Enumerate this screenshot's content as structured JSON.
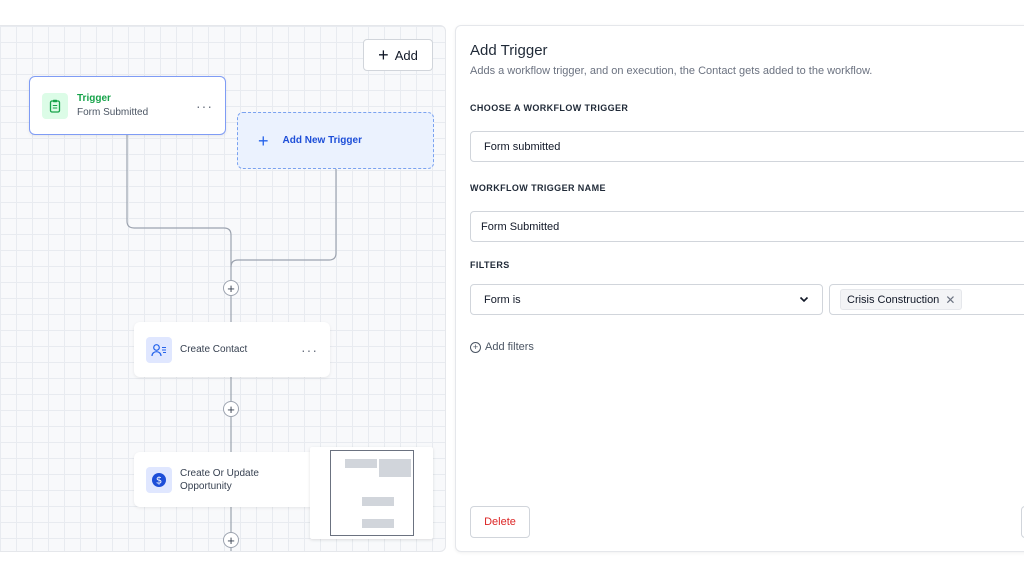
{
  "canvas": {
    "add_button_label": "Add",
    "trigger_node": {
      "title": "Trigger",
      "subtitle": "Form Submitted",
      "more": "···"
    },
    "new_trigger_label": "Add New Trigger",
    "actions": [
      {
        "label": "Create Contact",
        "icon": "contact-icon",
        "more": "···"
      },
      {
        "label": "Create Or Update Opportunity",
        "icon": "dollar-icon"
      }
    ],
    "plus_symbol": "+"
  },
  "panel": {
    "title": "Add Trigger",
    "description": "Adds a workflow trigger, and on execution, the Contact gets added to the workflow.",
    "choose_trigger_label": "CHOOSE A WORKFLOW TRIGGER",
    "choose_trigger_value": "Form submitted",
    "trigger_name_label": "WORKFLOW TRIGGER NAME",
    "trigger_name_value": "Form Submitted",
    "filters_label": "FILTERS",
    "filter_field": "Form is",
    "filter_value": "Crisis Construction",
    "add_filters_label": "Add filters",
    "delete_label": "Delete"
  },
  "colors": {
    "accent_blue": "#2563eb",
    "trigger_green": "#16a34a",
    "delete_red": "#dc2626"
  }
}
